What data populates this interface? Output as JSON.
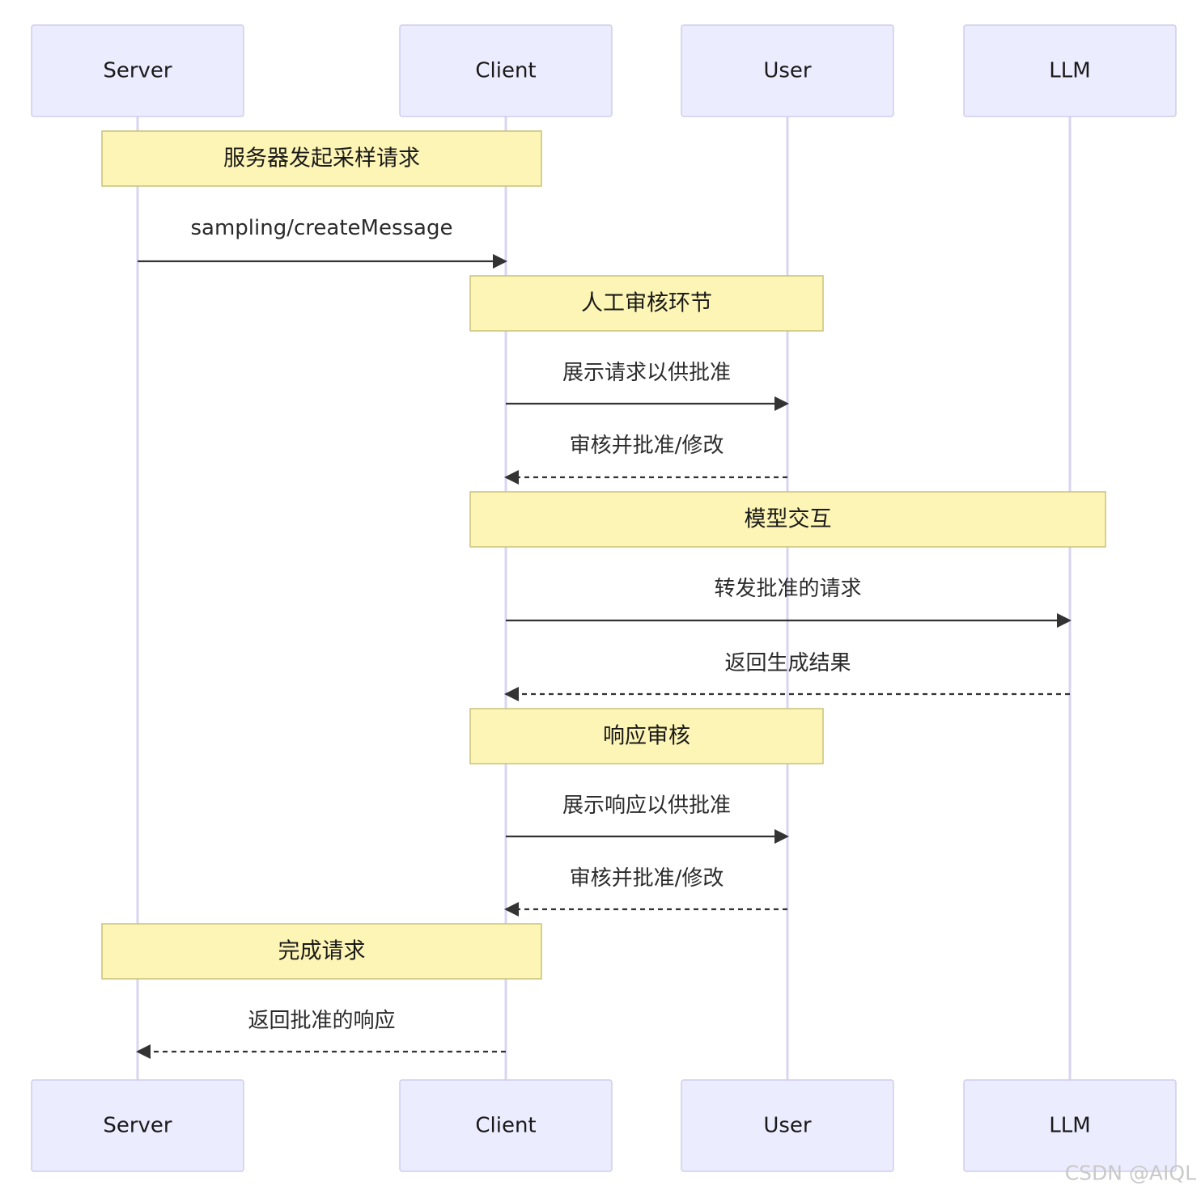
{
  "actors": [
    {
      "id": "server",
      "label": "Server"
    },
    {
      "id": "client",
      "label": "Client"
    },
    {
      "id": "user",
      "label": "User"
    },
    {
      "id": "llm",
      "label": "LLM"
    }
  ],
  "steps": [
    {
      "kind": "note",
      "text": "服务器发起采样请求",
      "over": [
        "server",
        "client"
      ]
    },
    {
      "kind": "message",
      "text": "sampling/createMessage",
      "from": "server",
      "to": "client",
      "dashed": false
    },
    {
      "kind": "note",
      "text": "人工审核环节",
      "over": [
        "client",
        "user"
      ]
    },
    {
      "kind": "message",
      "text": "展示请求以供批准",
      "from": "client",
      "to": "user",
      "dashed": false
    },
    {
      "kind": "message",
      "text": "审核并批准/修改",
      "from": "user",
      "to": "client",
      "dashed": true
    },
    {
      "kind": "note",
      "text": "模型交互",
      "over": [
        "client",
        "llm"
      ]
    },
    {
      "kind": "message",
      "text": "转发批准的请求",
      "from": "client",
      "to": "llm",
      "dashed": false
    },
    {
      "kind": "message",
      "text": "返回生成结果",
      "from": "llm",
      "to": "client",
      "dashed": true
    },
    {
      "kind": "note",
      "text": "响应审核",
      "over": [
        "client",
        "user"
      ]
    },
    {
      "kind": "message",
      "text": "展示响应以供批准",
      "from": "client",
      "to": "user",
      "dashed": false
    },
    {
      "kind": "message",
      "text": "审核并批准/修改",
      "from": "user",
      "to": "client",
      "dashed": true
    },
    {
      "kind": "note",
      "text": "完成请求",
      "over": [
        "server",
        "client"
      ]
    },
    {
      "kind": "message",
      "text": "返回批准的响应",
      "from": "client",
      "to": "server",
      "dashed": true
    }
  ],
  "watermark": "CSDN @AIQL"
}
